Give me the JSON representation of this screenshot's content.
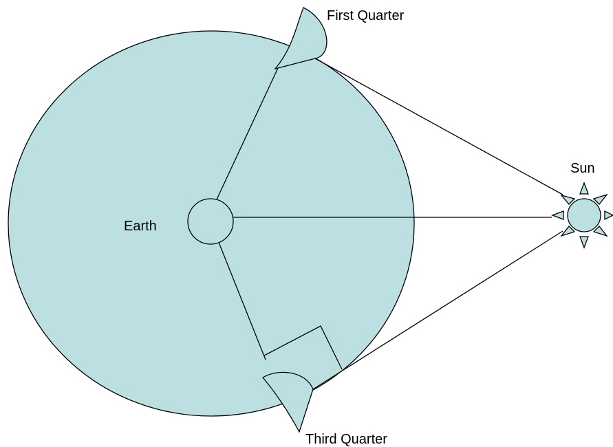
{
  "labels": {
    "first_quarter": "First Quarter",
    "third_quarter": "Third Quarter",
    "earth": "Earth",
    "sun": "Sun"
  },
  "colors": {
    "fill": "#bce0e2",
    "line": "#000000",
    "background": "#ffffff"
  }
}
